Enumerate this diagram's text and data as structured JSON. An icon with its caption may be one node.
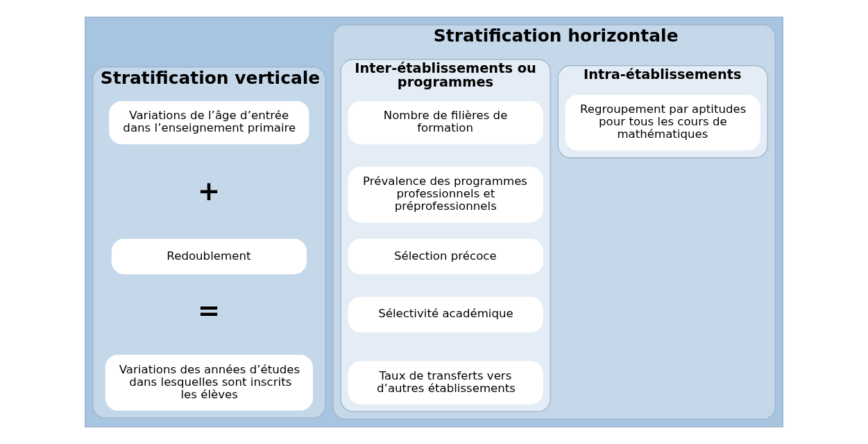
{
  "diagram": {
    "nodes": [
      {
        "text": [],
        "shape": "box"
      },
      {
        "text": [
          "Stratification verticale"
        ],
        "in": 0
      },
      {
        "text": [
          "Variations de l’âge d’entrée dans l’enseignement primaire"
        ],
        "in": 1
      },
      {
        "text": [
          "Redoublement"
        ],
        "in": 1
      },
      {
        "text": [
          "Variations des années d’études dans lesquelles sont inscrits les élèves"
        ],
        "in": 1
      },
      {
        "text": [
          "Stratification horizontale"
        ],
        "in": 0
      },
      {
        "text": [
          "Inter-établissements ou programmes"
        ],
        "in": 5
      },
      {
        "text": [
          "Nombre de filières de formation"
        ],
        "in": 6
      },
      {
        "text": [
          "Prévalence des programmes professionnels et préprofessionnels"
        ],
        "in": 6
      },
      {
        "text": [
          "Sélection précoce"
        ],
        "in": 6
      },
      {
        "text": [
          "Sélectivité académique"
        ],
        "in": 6
      },
      {
        "text": [
          "Taux de transferts vers d’autres établissements"
        ],
        "in": 6
      },
      {
        "text": [
          "Intra-établissements"
        ],
        "in": 5
      },
      {
        "text": [
          "Regroupement par aptitudes pour tous les cours de mathématiques"
        ],
        "in": 12
      }
    ],
    "edges": [],
    "labels": [
      "+",
      "="
    ]
  }
}
